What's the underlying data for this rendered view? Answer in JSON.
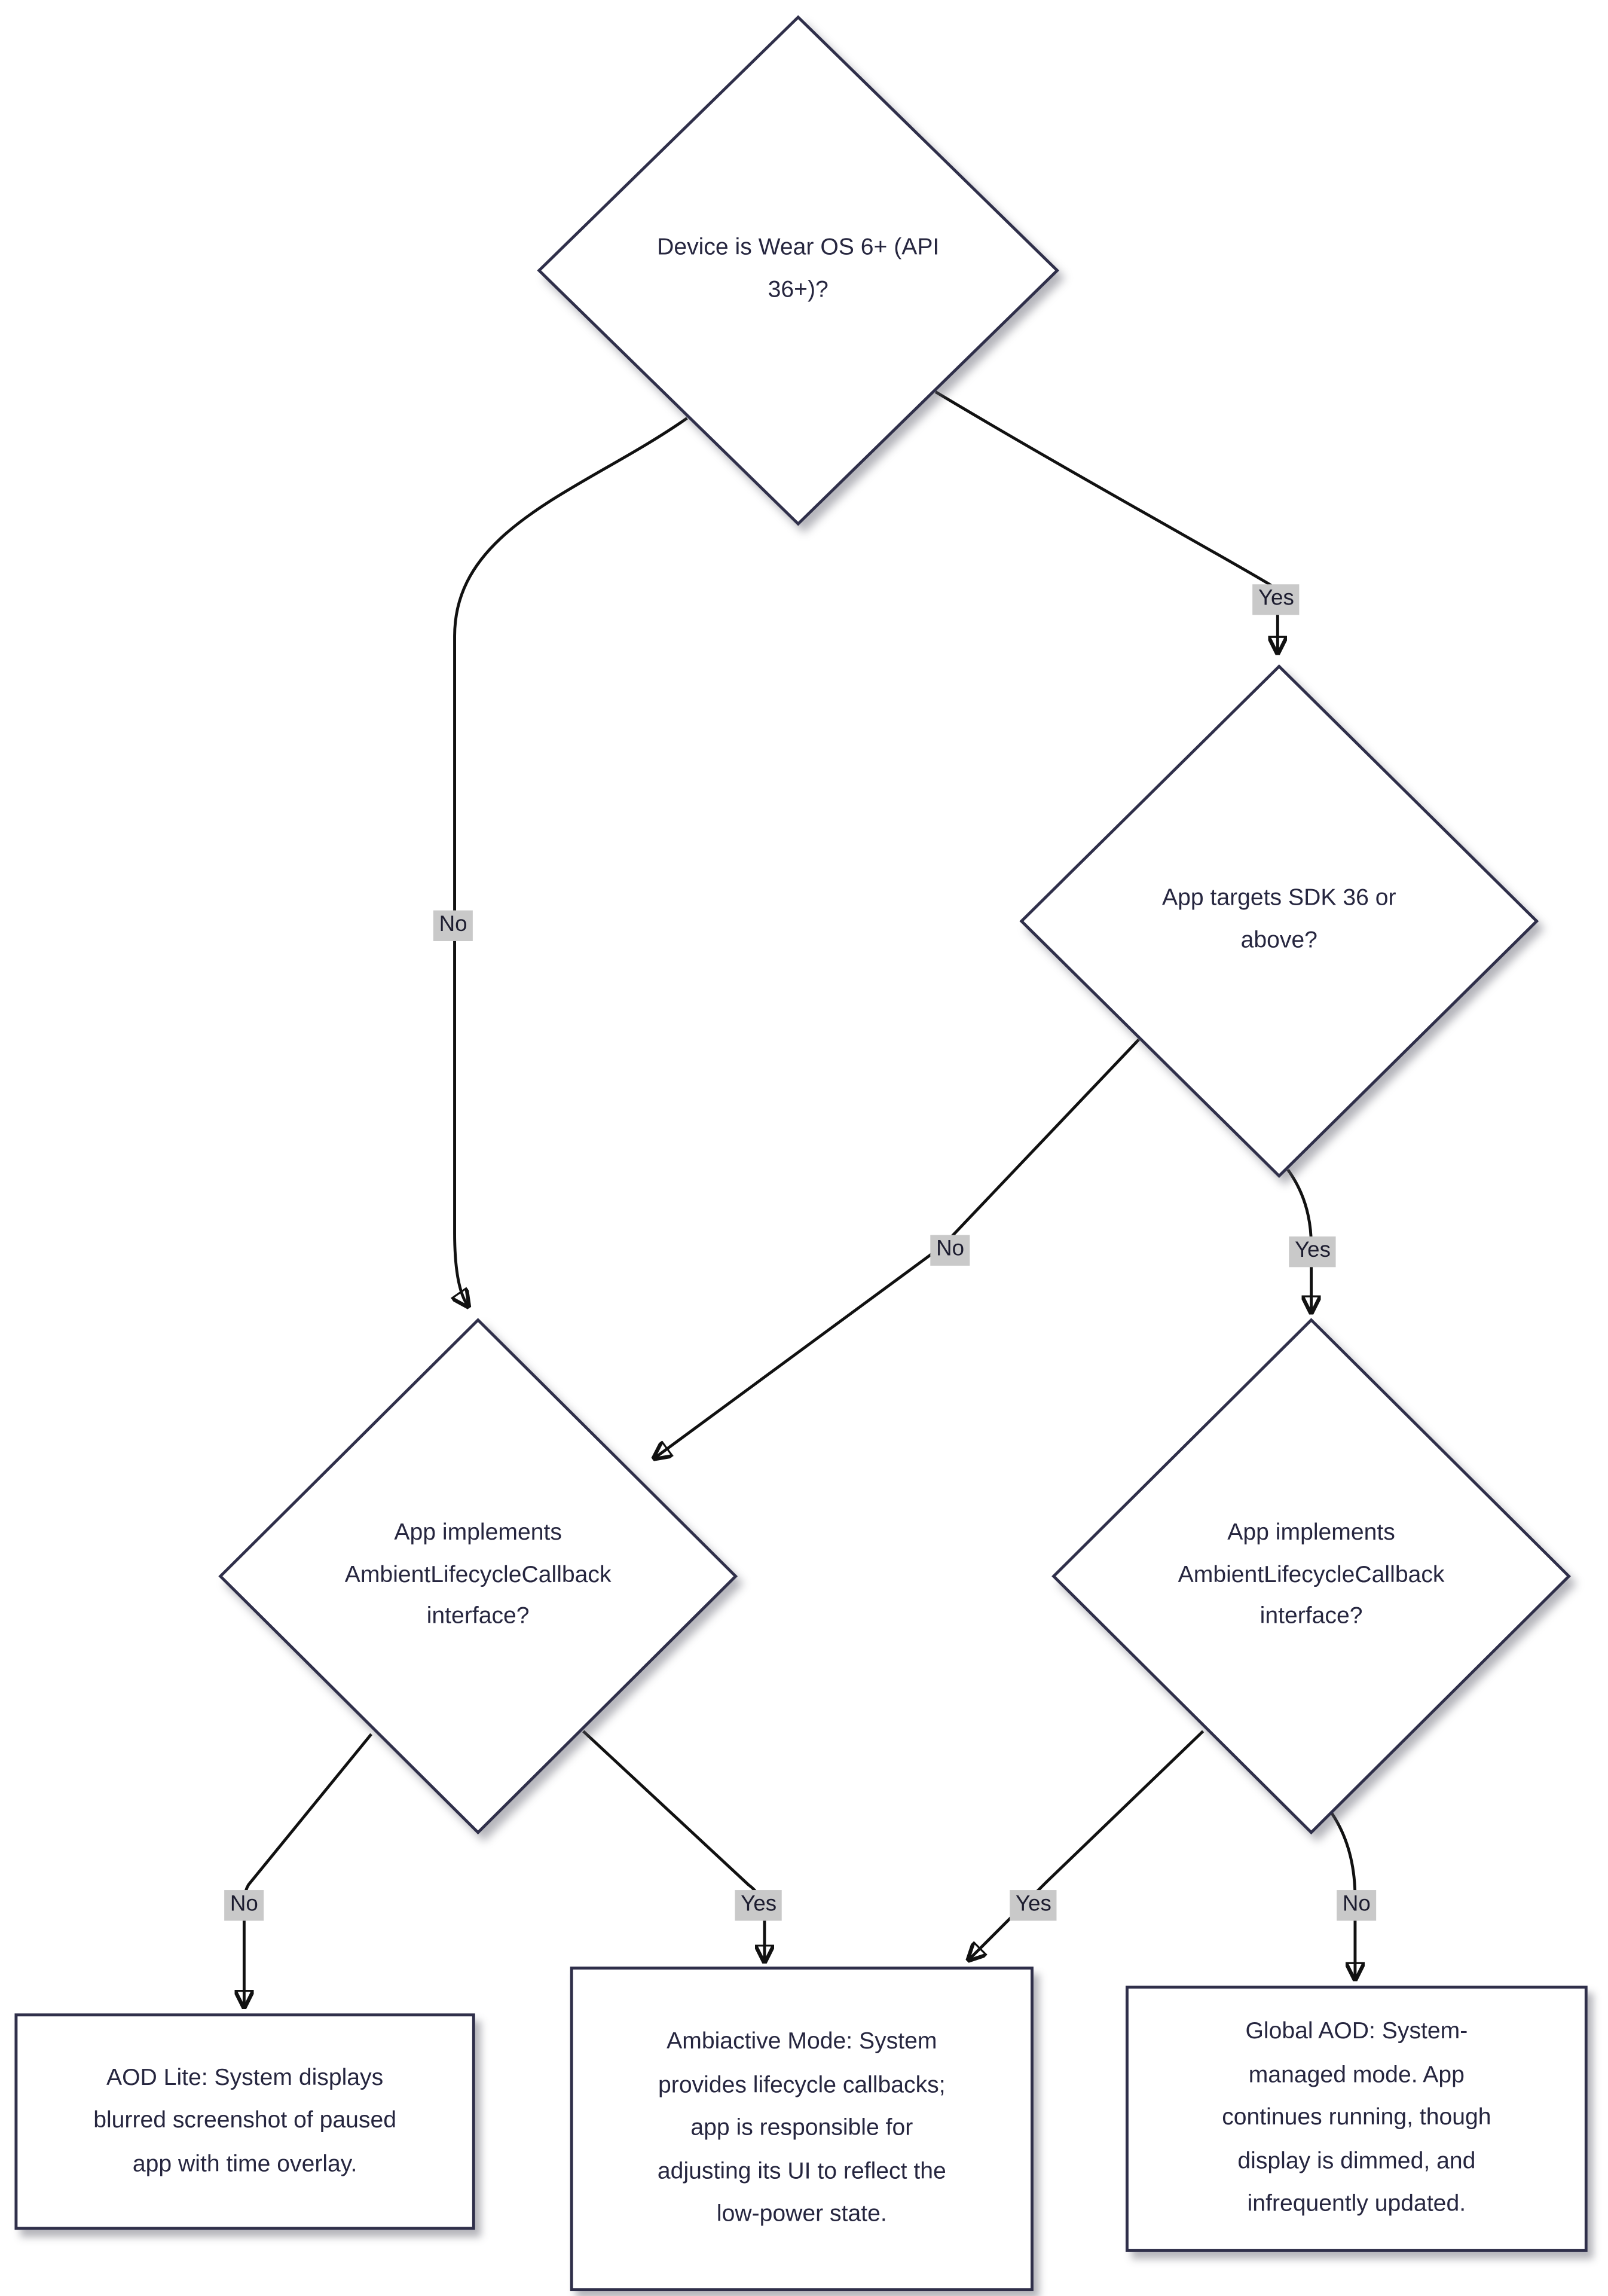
{
  "diagram": {
    "nodes": {
      "device_os": {
        "label": "Device is Wear OS 6+ (API 36+)?"
      },
      "targets_sdk": {
        "label": "App targets SDK 36 or above?"
      },
      "callback_left": {
        "label": "App implements AmbientLifecycleCallback interface?"
      },
      "callback_right": {
        "label": "App implements AmbientLifecycleCallback interface?"
      },
      "aod_lite": {
        "label": "AOD Lite: System displays blurred screenshot of paused app with time overlay."
      },
      "ambiactive": {
        "label": "Ambiactive Mode: System provides lifecycle callbacks; app is responsible for adjusting its UI to reflect the low-power state."
      },
      "global_aod": {
        "label": "Global AOD: System-managed mode. App continues running, though display is dimmed, and infrequently updated."
      }
    },
    "edge_labels": {
      "device_yes": "Yes",
      "device_no": "No",
      "sdk_no": "No",
      "sdk_yes": "Yes",
      "left_no": "No",
      "left_yes": "Yes",
      "right_yes": "Yes",
      "right_no": "No"
    },
    "colors": {
      "background": "#ffffff",
      "node_fill": "#ffffff",
      "node_border": "#2f2f4a",
      "text": "#26263f",
      "edge": "#111111",
      "edge_label_bg": "#c9c9c9"
    }
  }
}
